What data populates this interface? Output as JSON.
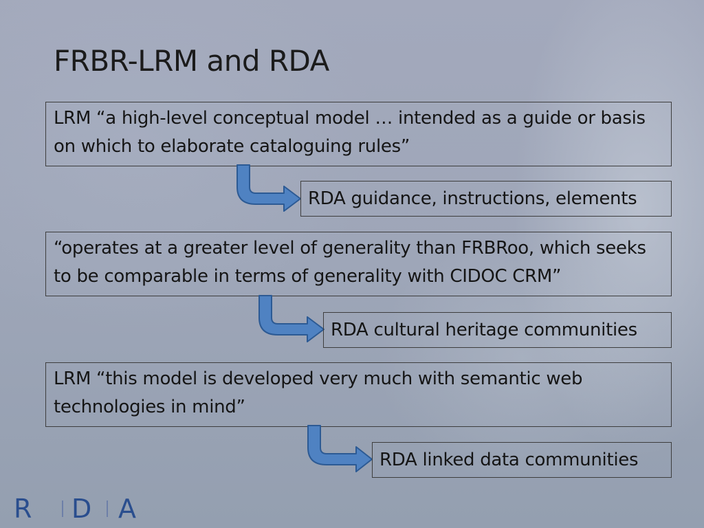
{
  "slide": {
    "title": "FRBR-LRM and RDA",
    "steps": [
      {
        "quote": "LRM “a high-level conceptual model … intended as a guide or basis on which to elaborate cataloguing rules”",
        "result": "RDA guidance, instructions, elements"
      },
      {
        "quote": "“operates at a greater level of generality than FRBRoo, which seeks to be comparable in terms of generality with CIDOC CRM”",
        "result": "RDA cultural heritage communities"
      },
      {
        "quote": "LRM “this model is developed very much with semantic web technologies in mind”",
        "result": "RDA linked data communities"
      }
    ],
    "logo": {
      "letters": [
        "R",
        "D",
        "A"
      ]
    }
  },
  "colors": {
    "arrow_fill": "#4f82c2",
    "arrow_stroke": "#2c5a94",
    "logo": "#2a4e8e",
    "box_border": "#3d3d3d"
  }
}
